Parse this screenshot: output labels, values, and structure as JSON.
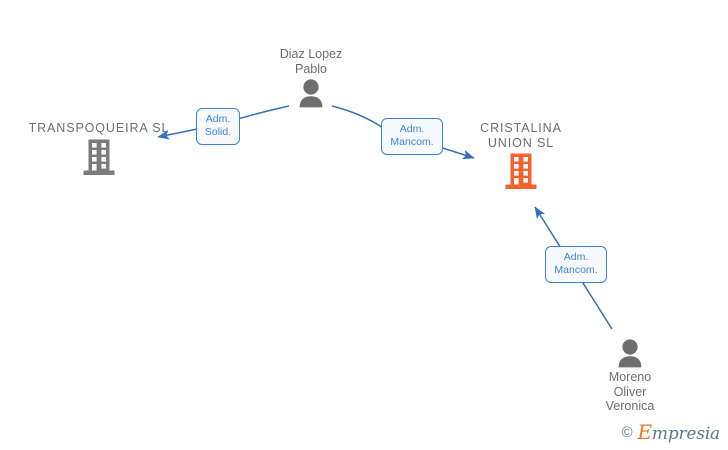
{
  "diagram": {
    "type": "corporate-relationship-network",
    "background_color": "#ffffff",
    "accent_blue": "#3f84cf",
    "company_gray": "#6e6e6e",
    "company_highlight": "#f4622e",
    "nodes": [
      {
        "id": "transpoqueira",
        "kind": "company",
        "label": "TRANSPOQUEIRA SL",
        "icon": "building-icon",
        "color": "#7b7b7b",
        "highlighted": false
      },
      {
        "id": "diaz-lopez-pablo",
        "kind": "person",
        "label": "Diaz Lopez\nPablo",
        "icon": "person-icon",
        "color": "#6e6e6e"
      },
      {
        "id": "cristalina-union",
        "kind": "company",
        "label": "CRISTALINA\nUNION  SL",
        "icon": "building-icon",
        "color": "#f4622e",
        "highlighted": true
      },
      {
        "id": "moreno-oliver-veronica",
        "kind": "person",
        "label": "Moreno\nOliver\nVeronica",
        "icon": "person-icon",
        "color": "#6e6e6e"
      }
    ],
    "edges": [
      {
        "id": "edge-1",
        "from": "diaz-lopez-pablo",
        "to": "transpoqueira",
        "label": "Adm.\nSolid.",
        "color": "#3f84cf"
      },
      {
        "id": "edge-2",
        "from": "diaz-lopez-pablo",
        "to": "cristalina-union",
        "label": "Adm.\nMancom.",
        "color": "#3f84cf"
      },
      {
        "id": "edge-3",
        "from": "moreno-oliver-veronica",
        "to": "cristalina-union",
        "label": "Adm.\nMancom.",
        "color": "#3f84cf"
      }
    ]
  },
  "watermark": {
    "copyright": "©",
    "brand_initial": "E",
    "brand_rest": "mpresia"
  }
}
